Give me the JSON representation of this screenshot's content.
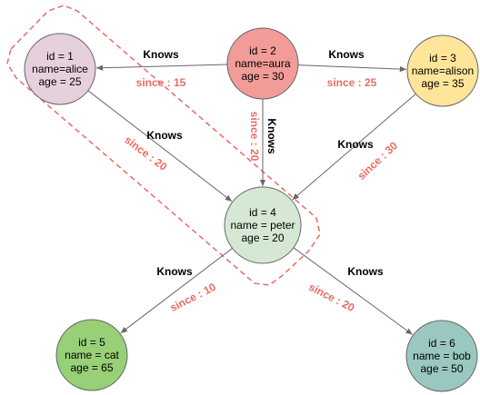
{
  "nodes": [
    {
      "key": "n1",
      "lines": [
        "id = 1",
        "name=alice",
        "age = 25"
      ],
      "fill": "#e6d0de"
    },
    {
      "key": "n2",
      "lines": [
        "id = 2",
        "name=aura",
        "age = 30"
      ],
      "fill": "#f19c99"
    },
    {
      "key": "n3",
      "lines": [
        "id = 3",
        "name=alison",
        "age = 35"
      ],
      "fill": "#ffe599"
    },
    {
      "key": "n4",
      "lines": [
        "id = 4",
        "name = peter",
        "age = 20"
      ],
      "fill": "#d5e8d4"
    },
    {
      "key": "n5",
      "lines": [
        "id = 5",
        "name = cat",
        "age = 65"
      ],
      "fill": "#97d077"
    },
    {
      "key": "n6",
      "lines": [
        "id = 6",
        "name = bob",
        "age = 50"
      ],
      "fill": "#9ac7bf"
    }
  ],
  "edges": [
    {
      "from": "n2",
      "to": "n1",
      "relation": "Knows",
      "since": "since : 15"
    },
    {
      "from": "n2",
      "to": "n3",
      "relation": "Knows",
      "since": "since : 25"
    },
    {
      "from": "n1",
      "to": "n4",
      "relation": "Knows",
      "since": "since : 20"
    },
    {
      "from": "n2",
      "to": "n4",
      "relation": "Knows",
      "since": "since : 20"
    },
    {
      "from": "n3",
      "to": "n4",
      "relation": "Knows",
      "since": "since : 30"
    },
    {
      "from": "n4",
      "to": "n5",
      "relation": "Knows",
      "since": "since : 10"
    },
    {
      "from": "n4",
      "to": "n6",
      "relation": "Knows",
      "since": "since : 20"
    }
  ],
  "colors": {
    "edge": "#666666",
    "since": "#ea6b66",
    "highlight_dash": "#ea6b66"
  }
}
